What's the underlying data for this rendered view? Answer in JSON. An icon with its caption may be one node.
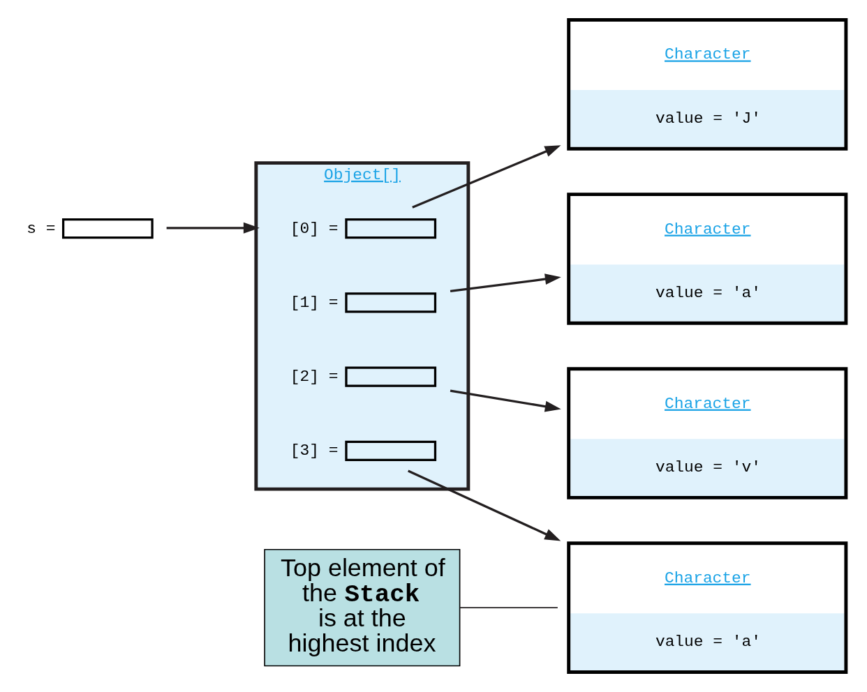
{
  "diagram": {
    "nodes": [
      {
        "text": [],
        "shape": "box",
        "beside": [
          "s ="
        ]
      },
      {
        "text": [
          "Object[]"
        ]
      },
      {
        "text": [],
        "shape": "box",
        "beside": [
          "[0] ="
        ],
        "in": 1
      },
      {
        "text": [],
        "shape": "box",
        "beside": [
          "[1] ="
        ],
        "in": 1
      },
      {
        "text": [],
        "shape": "box",
        "beside": [
          "[2] ="
        ],
        "in": 1
      },
      {
        "text": [],
        "shape": "box",
        "beside": [
          "[3] ="
        ],
        "in": 1
      },
      {
        "text": [
          "Character",
          "value = 'J'"
        ]
      },
      {
        "text": [
          "Character",
          "value = 'a'"
        ]
      },
      {
        "text": [
          "Character",
          "value = 'v'"
        ]
      },
      {
        "text": [
          "Character",
          "value = 'a'"
        ]
      },
      {
        "text": [
          "Top element of the **Stack** is at the highest index"
        ]
      }
    ],
    "edges": [
      {
        "from": 0,
        "to": 1,
        "arrow": "to"
      },
      {
        "from": 2,
        "to": 6,
        "arrow": "to"
      },
      {
        "from": 3,
        "to": 7,
        "arrow": "to"
      },
      {
        "from": 4,
        "to": 8,
        "arrow": "to"
      },
      {
        "from": 5,
        "to": 9,
        "arrow": "to"
      },
      {
        "from": 10,
        "to": 9,
        "arrow": "none"
      }
    ]
  }
}
